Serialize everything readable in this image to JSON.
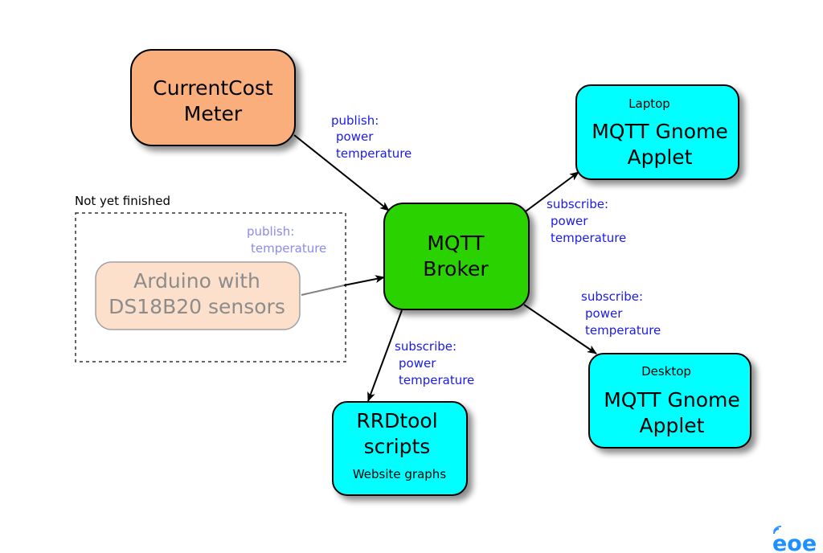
{
  "nodes": {
    "currentcost": {
      "lines": [
        "CurrentCost",
        "Meter"
      ],
      "fill": "#f9ae7c"
    },
    "arduino": {
      "lines": [
        "Arduino with",
        "DS18B20 sensors"
      ],
      "fill": "#fde0cc"
    },
    "broker": {
      "lines": [
        "MQTT",
        "Broker"
      ],
      "fill": "#2ad200"
    },
    "laptop": {
      "caption": "Laptop",
      "lines": [
        "MQTT Gnome",
        "Applet"
      ],
      "fill": "#00ffff"
    },
    "desktop": {
      "caption": "Desktop",
      "lines": [
        "MQTT Gnome",
        "Applet"
      ],
      "fill": "#00ffff"
    },
    "rrdtool": {
      "lines": [
        "RRDtool",
        "scripts"
      ],
      "sub": "Website graphs",
      "fill": "#00ffff"
    }
  },
  "group": {
    "label": "Not yet finished"
  },
  "edge_labels": {
    "currentcost_publish": [
      "publish:",
      "power",
      "temperature"
    ],
    "arduino_publish": [
      "publish:",
      "temperature"
    ],
    "laptop_subscribe": [
      "subscribe:",
      "power",
      "temperature"
    ],
    "desktop_subscribe": [
      "subscribe:",
      "power",
      "temperature"
    ],
    "rrdtool_subscribe": [
      "subscribe:",
      "power",
      "temperature"
    ]
  },
  "logo": {
    "text": "eoe",
    "color": "#1e90ff"
  }
}
